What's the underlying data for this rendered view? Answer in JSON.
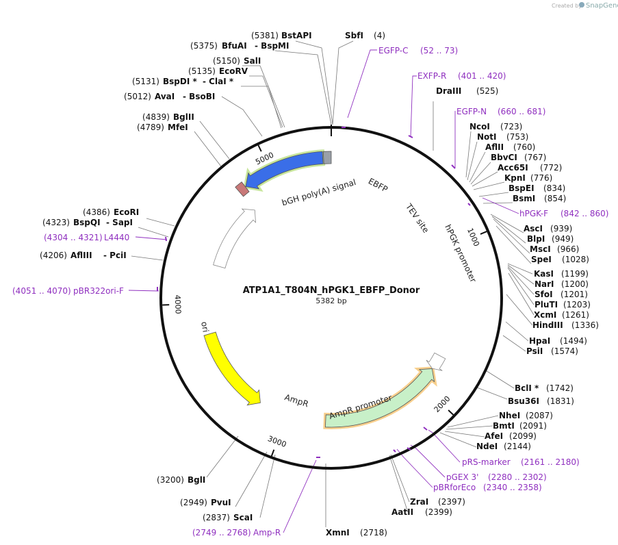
{
  "branding": {
    "created_by": "Created by",
    "app": "SnapGene"
  },
  "plasmid": {
    "name": "ATP1A1_T804N_hPGK1_EBFP_Donor",
    "size_label": "5382 bp",
    "length": 5382
  },
  "ticks": [
    {
      "label": "1000",
      "pos": 1000
    },
    {
      "label": "2000",
      "pos": 2000
    },
    {
      "label": "3000",
      "pos": 3000
    },
    {
      "label": "4000",
      "pos": 4000
    },
    {
      "label": "5000",
      "pos": 5000
    }
  ],
  "features": [
    {
      "name": "EBFP",
      "start": 4820,
      "end": 5330,
      "direction": "reverse",
      "color": "#3a6ee8",
      "highlight": "#9ad24a"
    },
    {
      "name": "TEV site",
      "start": 4770,
      "end": 4818,
      "direction": "none",
      "color": "#c87878"
    },
    {
      "name": "hPGK promoter",
      "start": 4270,
      "end": 4768,
      "direction": "forward",
      "color": "#ffffff",
      "outline": "#888888"
    },
    {
      "name": "bGH poly(A) signal",
      "start": 5335,
      "end": 5382,
      "direction": "none",
      "color": "#9aa0a8"
    },
    {
      "name": "AmpR",
      "start": 1870,
      "end": 2730,
      "direction": "reverse",
      "color": "#c8f0c8",
      "highlight": "#f0a830"
    },
    {
      "name": "AmpR promoter",
      "start": 1765,
      "end": 1868,
      "direction": "forward",
      "color": "#ffffff",
      "outline": "#888888"
    },
    {
      "name": "ori",
      "start": 3200,
      "end": 3790,
      "direction": "reverse",
      "color": "#ffff00"
    }
  ],
  "enzymes": [
    {
      "name": "BstAPI",
      "pos": "5381"
    },
    {
      "name": "BfuAI",
      "pos": "5375",
      "alt": "BspMI"
    },
    {
      "name": "SbfI",
      "pos": "4"
    },
    {
      "name": "SalI",
      "pos": "5150"
    },
    {
      "name": "EcoRV",
      "pos": "5135"
    },
    {
      "name": "BspDI *",
      "pos": "5131",
      "alt": "ClaI *"
    },
    {
      "name": "AvaI",
      "pos": "5012",
      "alt": "BsoBI"
    },
    {
      "name": "BglII",
      "pos": "4839"
    },
    {
      "name": "MfeI",
      "pos": "4789"
    },
    {
      "name": "EcoRI",
      "pos": "4386"
    },
    {
      "name": "BspQI",
      "pos": "4323",
      "alt": "SapI"
    },
    {
      "name": "AflIII",
      "pos": "4206",
      "alt": "PciI"
    },
    {
      "name": "DraIII",
      "pos": "525"
    },
    {
      "name": "NcoI",
      "pos": "723"
    },
    {
      "name": "NotI",
      "pos": "753"
    },
    {
      "name": "AflII",
      "pos": "760"
    },
    {
      "name": "BbvCI",
      "pos": "767"
    },
    {
      "name": "Acc65I",
      "pos": "772"
    },
    {
      "name": "KpnI",
      "pos": "776"
    },
    {
      "name": "BspEI",
      "pos": "834"
    },
    {
      "name": "BsmI",
      "pos": "854"
    },
    {
      "name": "AscI",
      "pos": "939"
    },
    {
      "name": "BlpI",
      "pos": "949"
    },
    {
      "name": "MscI",
      "pos": "966"
    },
    {
      "name": "SpeI",
      "pos": "1028"
    },
    {
      "name": "KasI",
      "pos": "1199"
    },
    {
      "name": "NarI",
      "pos": "1200"
    },
    {
      "name": "SfoI",
      "pos": "1201"
    },
    {
      "name": "PluTI",
      "pos": "1203"
    },
    {
      "name": "XcmI",
      "pos": "1261"
    },
    {
      "name": "HindIII",
      "pos": "1336"
    },
    {
      "name": "HpaI",
      "pos": "1494"
    },
    {
      "name": "PsiI",
      "pos": "1574"
    },
    {
      "name": "BclI *",
      "pos": "1742"
    },
    {
      "name": "Bsu36I",
      "pos": "1831"
    },
    {
      "name": "NheI",
      "pos": "2087"
    },
    {
      "name": "BmtI",
      "pos": "2091"
    },
    {
      "name": "AfeI",
      "pos": "2099"
    },
    {
      "name": "NdeI",
      "pos": "2144"
    },
    {
      "name": "ZraI",
      "pos": "2397"
    },
    {
      "name": "AatII",
      "pos": "2399"
    },
    {
      "name": "XmnI",
      "pos": "2718"
    },
    {
      "name": "ScaI",
      "pos": "2837"
    },
    {
      "name": "PvuI",
      "pos": "2949"
    },
    {
      "name": "BglI",
      "pos": "3200"
    }
  ],
  "primers": [
    {
      "name": "EGFP-C",
      "range": "(52 .. 73)"
    },
    {
      "name": "EXFP-R",
      "range": "(401 .. 420)"
    },
    {
      "name": "EGFP-N",
      "range": "(660 .. 681)"
    },
    {
      "name": "hPGK-F",
      "range": "(842 .. 860)"
    },
    {
      "name": "pRS-marker",
      "range": "(2161 .. 2180)"
    },
    {
      "name": "pGEX 3'",
      "range": "(2280 .. 2302)"
    },
    {
      "name": "pBRforEco",
      "range": "(2340 .. 2358)"
    },
    {
      "name": "Amp-R",
      "range": "(2749 .. 2768)"
    },
    {
      "name": "pBR322ori-F",
      "range": "(4051 .. 4070)"
    },
    {
      "name": "L4440",
      "range": "(4304 .. 4321)"
    }
  ],
  "colors": {
    "primer": "#8f2fbf",
    "backbone": "#111111",
    "leader": "#777777"
  }
}
